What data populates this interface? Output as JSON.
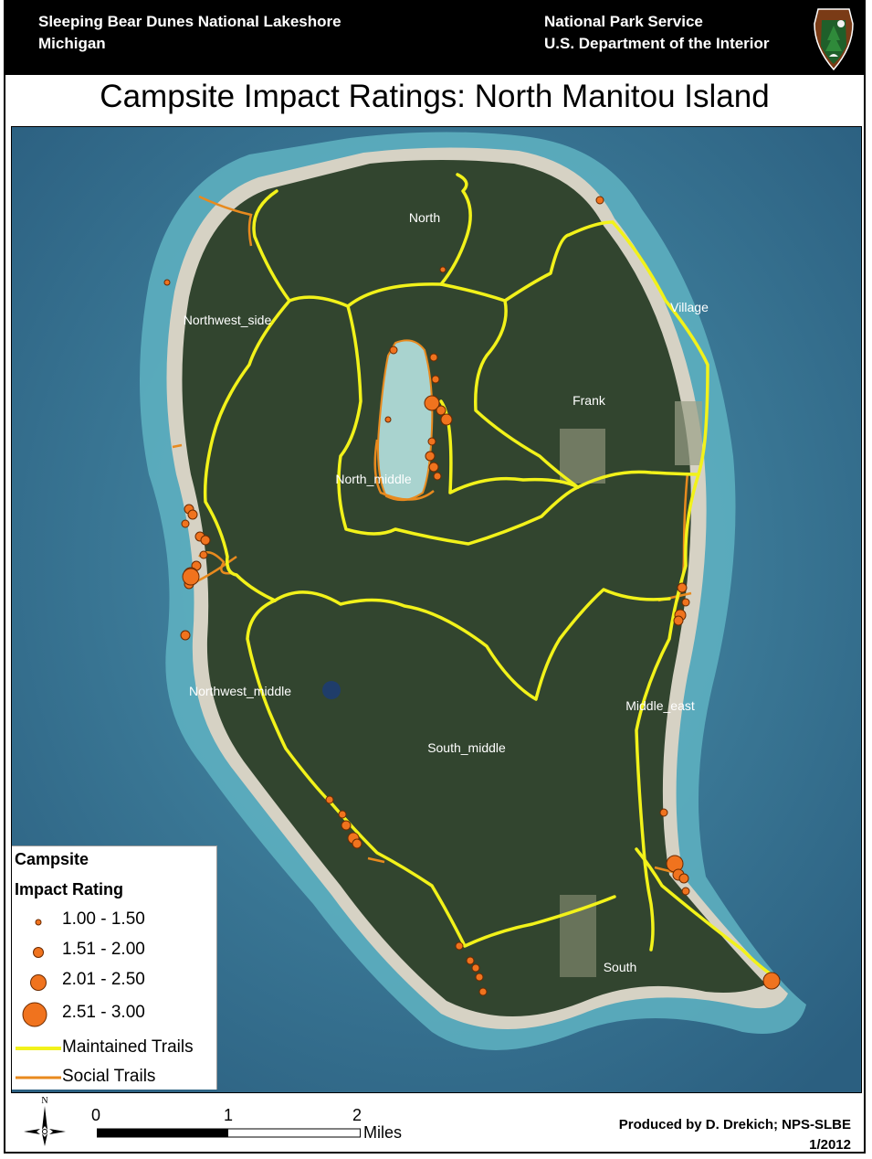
{
  "header": {
    "left_line1": "Sleeping Bear Dunes National Lakeshore",
    "left_line2": "Michigan",
    "right_line1": "National Park Service",
    "right_line2": "U.S. Department of the Interior"
  },
  "title": "Campsite Impact Ratings: North Manitou Island",
  "map": {
    "area_labels": [
      "North",
      "Northwest_side",
      "Village",
      "Frank",
      "North_middle",
      "Northwest_middle",
      "Middle_east",
      "South_middle",
      "South"
    ],
    "colors": {
      "water": "#2f6b8a",
      "shallow": "#5fb3c2",
      "forest": "#32452f",
      "beach": "#d6d2c4",
      "maintained_trail": "#f2f21a",
      "social_trail": "#e88a1e",
      "campsite": "#f0731e"
    }
  },
  "legend": {
    "title_line1": "Campsite",
    "title_line2": "Impact Rating",
    "classes": [
      "1.00 - 1.50",
      "1.51 - 2.00",
      "2.01 - 2.50",
      "2.51 - 3.00"
    ],
    "maintained_trails": "Maintained Trails",
    "social_trails": "Social Trails"
  },
  "scalebar": {
    "ticks": [
      "0",
      "1",
      "2"
    ],
    "unit": "Miles",
    "north_label": "N"
  },
  "credit": {
    "line1": "Produced by D. Drekich; NPS-SLBE",
    "line2": "1/2012"
  }
}
